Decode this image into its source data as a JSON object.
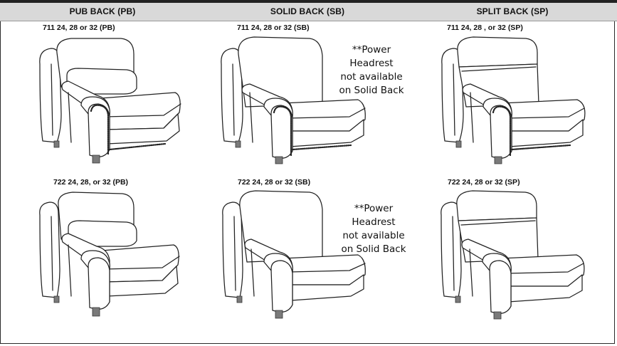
{
  "columns": [
    {
      "heading": "PUB BACK (PB)"
    },
    {
      "heading": "SOLID BACK (SB)"
    },
    {
      "heading": "SPLIT BACK (SP)"
    }
  ],
  "rows": [
    {
      "cells": [
        {
          "label": "711   24, 28 or 32 (PB)"
        },
        {
          "label": "711   24, 28 or 32 (SB)"
        },
        {
          "label": "711   24, 28 , or 32 (SP)"
        }
      ]
    },
    {
      "cells": [
        {
          "label": "722   24, 28, or 32 (PB)"
        },
        {
          "label": "722  24, 28 or 32 (SB)"
        },
        {
          "label": "722   24, 28 or 32 (SP)"
        }
      ]
    }
  ],
  "notes": {
    "solid_back": [
      "**Power",
      "Headrest",
      "not available",
      "on Solid Back"
    ]
  },
  "icons": {
    "chair_pub": "pub-back-chair-icon",
    "chair_solid": "solid-back-chair-icon",
    "chair_split": "split-back-chair-icon"
  }
}
